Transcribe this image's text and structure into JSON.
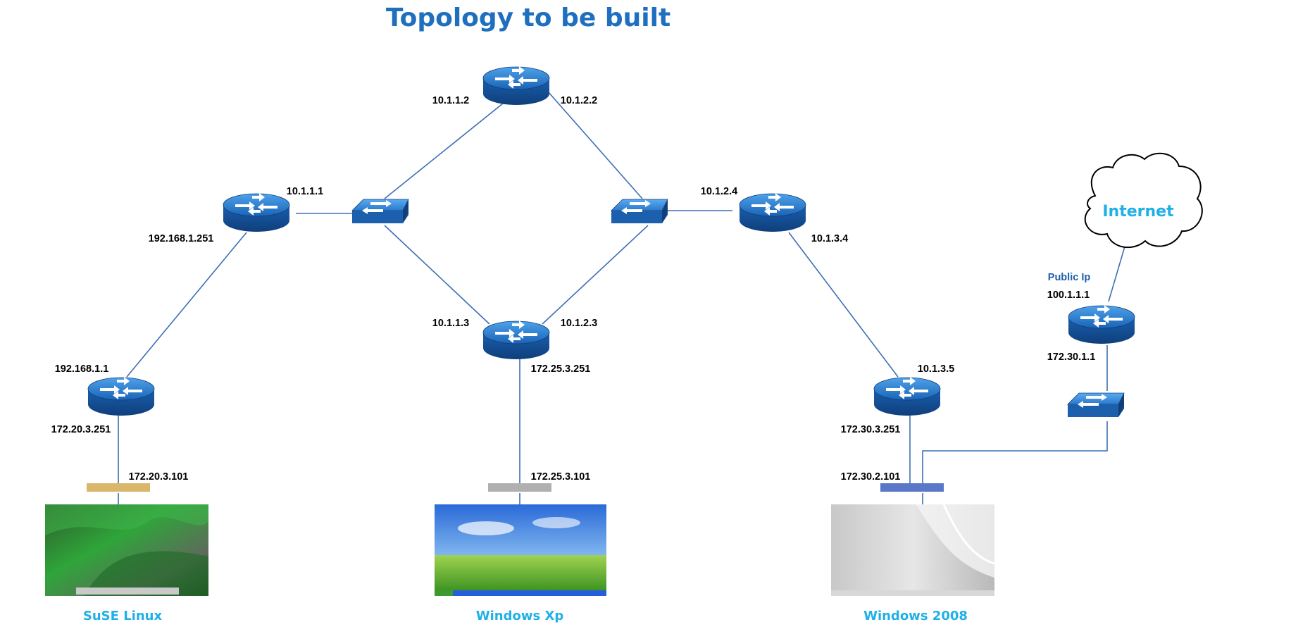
{
  "title": "Topology to be built",
  "colors": {
    "title": "#1f6fbf",
    "caption": "#1fb0e8",
    "link": "#3c6fb4",
    "device": "#1d6fc7"
  },
  "ip_labels": {
    "r_top_left": "10.1.1.2",
    "r_top_right": "10.1.2.2",
    "r_left_e": "10.1.1.1",
    "r_left_sw": "192.168.1.251",
    "r_right_w": "10.1.2.4",
    "r_right_se": "10.1.3.4",
    "r_mid_left": "10.1.1.3",
    "r_mid_right": "10.1.2.3",
    "r_mid_down": "172.25.3.251",
    "r_bl_up": "192.168.1.1",
    "r_bl_down": "172.20.3.251",
    "r_br_up": "10.1.3.5",
    "r_br_down": "172.30.3.251",
    "r_inet_up": "100.1.1.1",
    "r_inet_down": "172.30.1.1",
    "host_suse": "172.20.3.101",
    "host_xp": "172.25.3.101",
    "host_2008": "172.30.2.101"
  },
  "public_ip_label": "Public Ip",
  "cloud_label": "Internet",
  "hosts": {
    "suse": "SuSE Linux",
    "xp": "Windows Xp",
    "win2008": "Windows 2008"
  },
  "icons": {
    "router": "router-icon",
    "switch": "switch-icon",
    "cloud": "cloud-icon",
    "desktop": "desktop-screenshot-icon"
  }
}
